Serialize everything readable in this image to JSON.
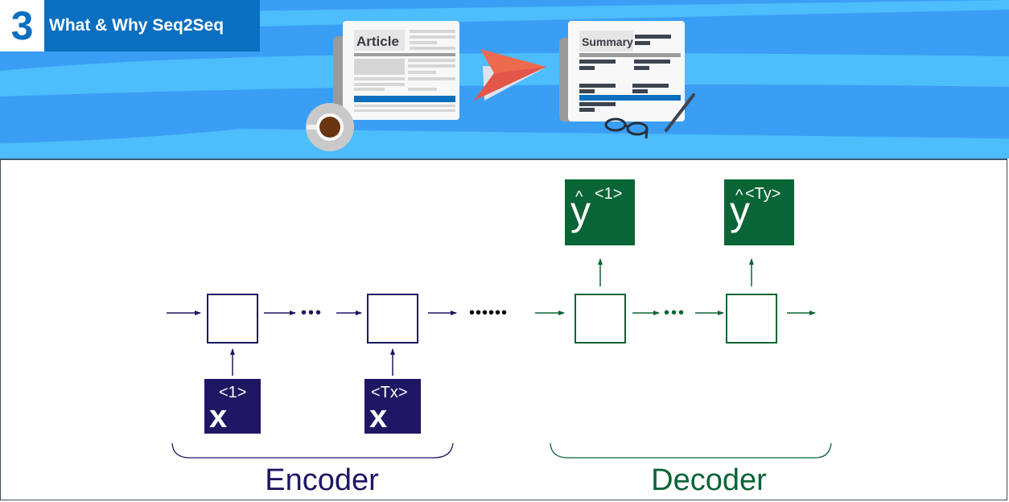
{
  "header": {
    "section_number": "3",
    "title": "What & Why Seq2Seq"
  },
  "illustration": {
    "article_label": "Article",
    "summary_label": "Summary",
    "icons": [
      "newspaper-icon",
      "coffee-cup-icon",
      "arrow-right-icon",
      "summary-document-icon",
      "glasses-icon",
      "pencil-icon"
    ]
  },
  "diagram": {
    "encoder": {
      "label": "Encoder",
      "color": "#1e1763",
      "inputs": [
        {
          "symbol": "x",
          "superscript": "<1>"
        },
        {
          "symbol": "x",
          "superscript": "<Tx>"
        }
      ],
      "ellipsis": "•••"
    },
    "bridge_ellipsis": "••••••",
    "decoder": {
      "label": "Decoder",
      "color": "#0a6536",
      "outputs": [
        {
          "symbol": "y",
          "hat": "^",
          "superscript": "<1>"
        },
        {
          "symbol": "y",
          "hat": "^",
          "superscript": "<Ty>"
        }
      ],
      "ellipsis": "•••"
    }
  },
  "colors": {
    "banner_blue": "#3a9ef5",
    "banner_stripe": "#4dbdfb",
    "title_blue": "#0a6fc0",
    "encoder_navy": "#1e1763",
    "decoder_green": "#0a6536",
    "arrow_red": "#ee6a4f"
  }
}
